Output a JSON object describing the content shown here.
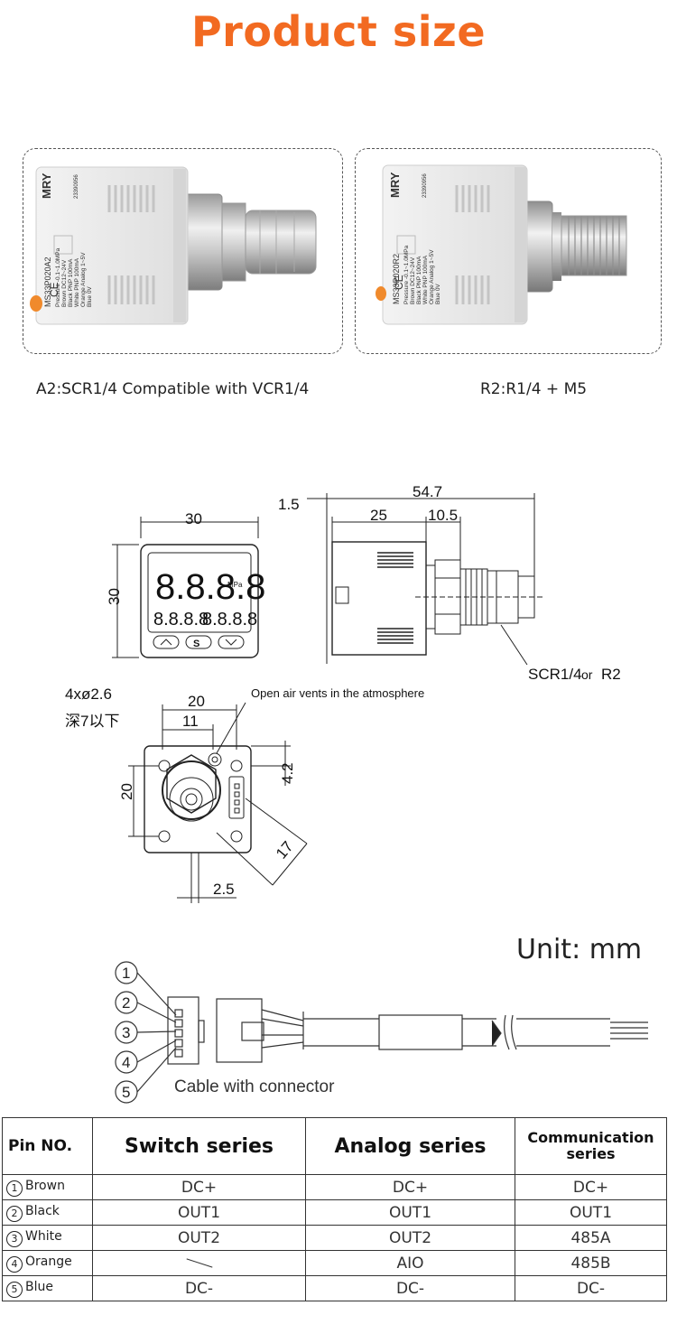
{
  "title": "Product size",
  "products": [
    {
      "caption": "A2:SCR1/4 Compatible with VCR1/4",
      "brand": "MRY",
      "model": "MS33P020A2",
      "serial": "23390956",
      "ce": "CE",
      "label_lines": [
        "Pressure -0.1~1.0MPa",
        "Brown    DC12~24V",
        "Black    PNP 100mA",
        "White    PNP 100mA",
        "Orange   Analog 1~5V",
        "Blue     0V"
      ]
    },
    {
      "caption": "R2:R1/4 + M5",
      "brand": "MRY",
      "model": "MS33P020R2",
      "serial": "23390956",
      "ce": "CE",
      "label_lines": [
        "Pressure -0.1~1.0MPa",
        "Brown    DC12~24V",
        "Black    PNP 100mA",
        "White    PNP 100mA",
        "Orange   Analog 1~5V",
        "Blue     0V"
      ]
    }
  ],
  "front_view": {
    "width_dim": "30",
    "height_dim": "30",
    "display_digits": "8.8.8.8",
    "unit": "MPa",
    "sub_left": "8.8.8.8",
    "sub_right": "8.8.8.8",
    "btn_s": "S"
  },
  "side_view": {
    "dim_total": "54.7",
    "dim_offset": "1.5",
    "dim_body": "25",
    "dim_fitting": "10.5",
    "fitting_label": "SCR1/4",
    "fitting_or": "or",
    "fitting_label2": "R2"
  },
  "back_view": {
    "holes_label": "4xø2.6",
    "holes_depth": "深7以下",
    "dim_20_top": "20",
    "dim_11": "11",
    "vent_label": "Open air vents in the atmosphere",
    "dim_42": "4.2",
    "dim_20_left": "20",
    "dim_17": "17",
    "dim_25": "2.5"
  },
  "unit_label": "Unit: mm",
  "cable": {
    "pins": [
      "1",
      "2",
      "3",
      "4",
      "5"
    ],
    "label": "Cable with connector"
  },
  "table": {
    "headers": [
      "Pin NO.",
      "Switch series",
      "Analog series",
      "Communication series"
    ],
    "rows": [
      {
        "num": "1",
        "color": "Brown",
        "switch": "DC+",
        "analog": "DC+",
        "comm": "DC+"
      },
      {
        "num": "2",
        "color": "Black",
        "switch": "OUT1",
        "analog": "OUT1",
        "comm": "OUT1"
      },
      {
        "num": "3",
        "color": "White",
        "switch": "OUT2",
        "analog": "OUT2",
        "comm": "485A"
      },
      {
        "num": "4",
        "color": "Orange",
        "switch": "",
        "analog": "AIO",
        "comm": "485B"
      },
      {
        "num": "5",
        "color": "Blue",
        "switch": "DC-",
        "analog": "DC-",
        "comm": "DC-"
      }
    ]
  },
  "colors": {
    "accent": "#f26a21",
    "orange_button": "#f08a2c"
  }
}
